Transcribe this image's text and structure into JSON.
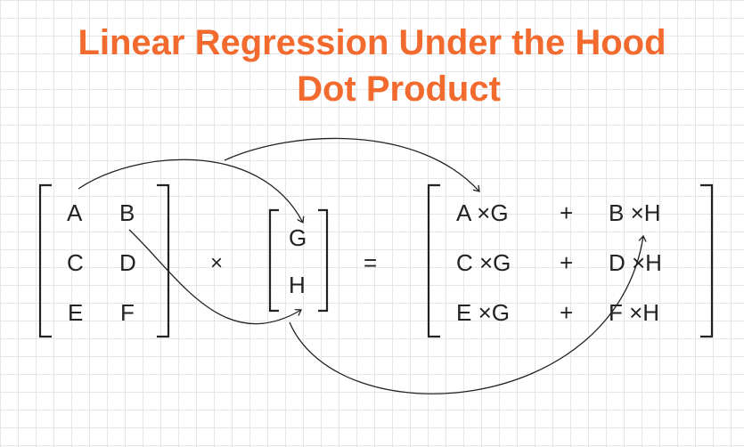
{
  "title": {
    "line1": "Linear Regression Under the Hood",
    "line2": "Dot Product"
  },
  "matrix_x": {
    "r1": [
      "A",
      "B"
    ],
    "r2": [
      "C",
      "D"
    ],
    "r3": [
      "E",
      "F"
    ]
  },
  "vector_w": [
    "G",
    "H"
  ],
  "operators": {
    "multiply": "×",
    "equals": "="
  },
  "result": {
    "r1": [
      "A ×G",
      "+",
      "B ×H"
    ],
    "r2": [
      "C ×G",
      "+",
      "D ×H"
    ],
    "r3": [
      "E ×G",
      "+",
      "F ×H"
    ]
  },
  "colors": {
    "title": "#f26a2e",
    "ink": "#222222",
    "grid": "#e6e6e6"
  }
}
